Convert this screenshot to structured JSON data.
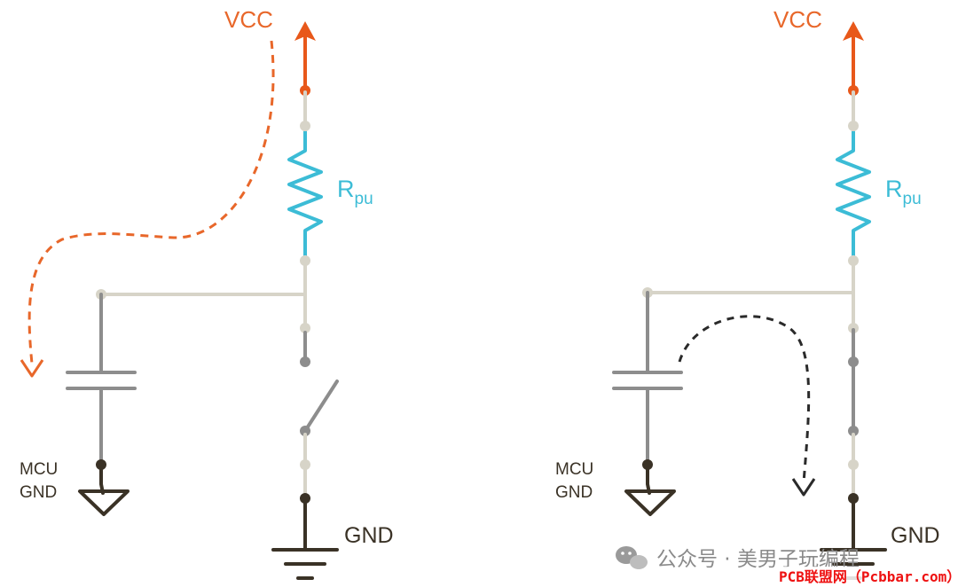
{
  "left_circuit": {
    "vcc_label": "VCC",
    "resistor_label_main": "R",
    "resistor_label_sub": "pu",
    "mcu_label_line1": "MCU",
    "mcu_label_line2": "GND",
    "gnd_label": "GND"
  },
  "right_circuit": {
    "vcc_label": "VCC",
    "resistor_label_main": "R",
    "resistor_label_sub": "pu",
    "mcu_label_line1": "MCU",
    "mcu_label_line2": "GND",
    "gnd_label": "GND"
  },
  "watermark": {
    "text": "公众号 · 美男子玩编程",
    "site": "PCB联盟网（Pcbbar.com）"
  },
  "colors": {
    "vcc": "#e8672a",
    "resistor": "#3cbcd6",
    "wire_light": "#d7d4c8",
    "wire_gray": "#8d8d8d",
    "wire_dark": "#3a3226"
  }
}
